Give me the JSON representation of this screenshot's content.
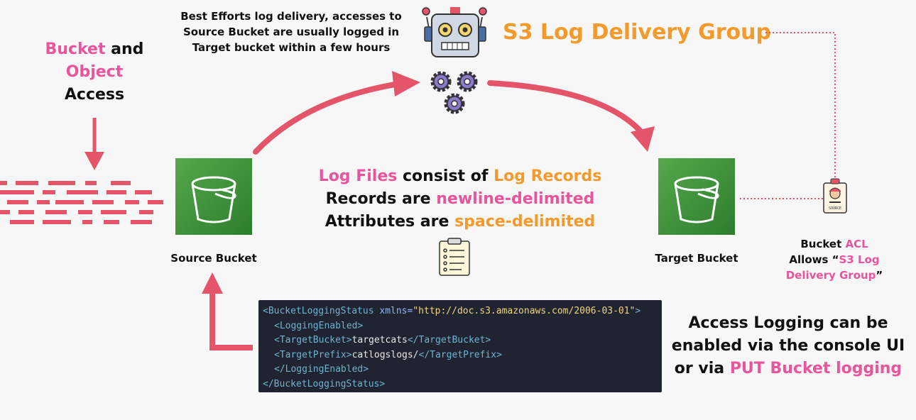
{
  "colors": {
    "pink": "#e8559c",
    "orange": "#f39a2c",
    "arrow": "#e5556a",
    "bucket": "#3f8b3a",
    "code_bg": "#1f2430"
  },
  "access": {
    "word1": "Bucket",
    "word2": "and",
    "word3": "Object",
    "word4": "Access"
  },
  "best_efforts": [
    "Best Efforts log delivery, accesses to",
    "Source Bucket are usually logged in",
    "Target bucket within a few hours"
  ],
  "group_title": "S3 Log Delivery Group",
  "source_label": "Source Bucket",
  "target_label": "Target Bucket",
  "log_info": {
    "line1": {
      "a": "Log Files",
      "b": " consist of ",
      "c": "Log Records"
    },
    "line2": {
      "a": "Records are ",
      "b": "newline-delimited"
    },
    "line3": {
      "a": "Attributes are ",
      "b": "space-delimited"
    }
  },
  "acl": {
    "a": "Bucket ",
    "b": "ACL",
    "c": "Allows “",
    "d": "S3 Log",
    "e": "Delivery Group",
    "f": "”"
  },
  "badge_text": "SOURCE",
  "code": {
    "l1_tag": "<BucketLoggingStatus ",
    "l1_attr": "xmlns=",
    "l1_str": "\"http://doc.s3.amazonaws.com/2006-03-01\"",
    "l1_end": ">",
    "l2": "<LoggingEnabled>",
    "l3_open": "<TargetBucket>",
    "l3_val": "targetcats",
    "l3_close": "</TargetBucket>",
    "l4_open": "<TargetPrefix>",
    "l4_val": "catlogslogs/",
    "l4_close": "</TargetPrefix>",
    "l5": "</LoggingEnabled>",
    "l6": "</BucketLoggingStatus>"
  },
  "enable": {
    "l1": "Access Logging can be",
    "l2": "enabled via the console UI",
    "l3a": "or via ",
    "l3b": "PUT Bucket logging"
  },
  "icons": [
    "robot-icon",
    "gears-icon",
    "bucket-icon",
    "checklist-icon",
    "id-badge-icon",
    "arrow-icon"
  ]
}
